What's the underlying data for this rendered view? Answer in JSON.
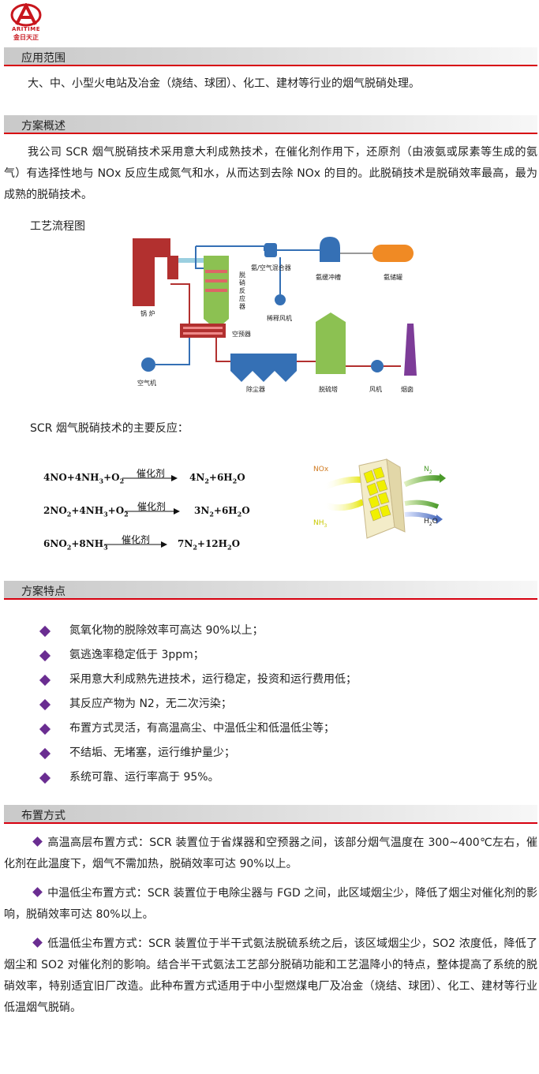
{
  "logo": {
    "brand": "ARITIME",
    "brand_cn": "金日天正"
  },
  "sections": {
    "application": "应用范围",
    "overview": "方案概述",
    "features": "方案特点",
    "layout": "布置方式"
  },
  "application_text": "大、中、小型火电站及冶金（烧结、球团）、化工、建材等行业的烟气脱硝处理。",
  "overview_text": "我公司 SCR 烟气脱硝技术采用意大利成熟技术，在催化剂作用下，还原剂（由液氨或尿素等生成的氨气）有选择性地与 NOx 反应生成氮气和水，从而达到去除 NOx 的目的。此脱硝技术是脱硝效率最高，最为成熟的脱硝技术。",
  "flow_title": "工艺流程图",
  "flow_labels": {
    "mixer": "氨/空气混合器",
    "buffer_tank": "氨缓冲槽",
    "storage_tank": "氨储罐",
    "reactor": [
      "脱",
      "硝",
      "反",
      "应",
      "器"
    ],
    "dilution_fan": "稀释风机",
    "boiler": "锅  炉",
    "air_preheater": "空预器",
    "air_blower": "空气机",
    "dust_collector": "除尘器",
    "desulfurizer": "脱硫塔",
    "fan": "风机",
    "chimney": "烟囱"
  },
  "reaction_title": "SCR 烟气脱硝技术的主要反应：",
  "equations": {
    "catalyst": "催化剂",
    "eq1": {
      "left": [
        "4NO+4NH",
        "3",
        "+O",
        "2"
      ],
      "right": [
        "4N",
        "2",
        "+6H",
        "2",
        "O"
      ]
    },
    "eq2": {
      "left": [
        "2NO",
        "2",
        "+4NH",
        "3",
        "+O",
        "2"
      ],
      "right": [
        "3N",
        "2",
        "+6H",
        "2",
        "O"
      ]
    },
    "eq3": {
      "left": [
        "6NO",
        "2",
        "+8NH",
        "3"
      ],
      "right": [
        "7N",
        "2",
        "+12H",
        "2",
        "O"
      ]
    }
  },
  "catalyst_figure": {
    "nox": "NOx",
    "nh3": "NH",
    "nh3_sub": "3",
    "n2": "N",
    "n2_sub": "2",
    "h2o": "H",
    "h2o_sub": "2",
    "h2o_tail": "O"
  },
  "features": [
    "氮氧化物的脱除效率可高达 90%以上；",
    "氨逃逸率稳定低于 3ppm；",
    "采用意大利成熟先进技术，运行稳定，投资和运行费用低；",
    "其反应产物为 N2，无二次污染；",
    "布置方式灵活，有高温高尘、中温低尘和低温低尘等；",
    "不结垢、无堵塞，运行维护量少；",
    "系统可靠、运行率高于 95%。"
  ],
  "layout_texts": [
    "高温高层布置方式：SCR 装置位于省煤器和空预器之间，该部分烟气温度在 300~400℃左右，催化剂在此温度下，烟气不需加热，脱硝效率可达 90%以上。",
    "中温低尘布置方式：SCR 装置位于电除尘器与 FGD 之间，此区域烟尘少，降低了烟尘对催化剂的影响，脱硝效率可达 80%以上。",
    "低温低尘布置方式：SCR 装置位于半干式氨法脱硫系统之后，该区域烟尘少，SO2 浓度低，降低了烟尘和 SO2 对催化剂的影响。结合半干式氨法工艺部分脱硝功能和工艺温降小的特点，整体提高了系统的脱硝效率，特别适宜旧厂改造。此种布置方式适用于中小型燃煤电厂及冶金（烧结、球团）、化工、建材等行业低温烟气脱硝。"
  ],
  "colors": {
    "accent_red": "#d7000f",
    "bullet_purple": "#6a2d91",
    "boiler_red": "#b2302f",
    "green": "#8cc152",
    "blue": "#3570b5",
    "orange": "#f08a24"
  }
}
